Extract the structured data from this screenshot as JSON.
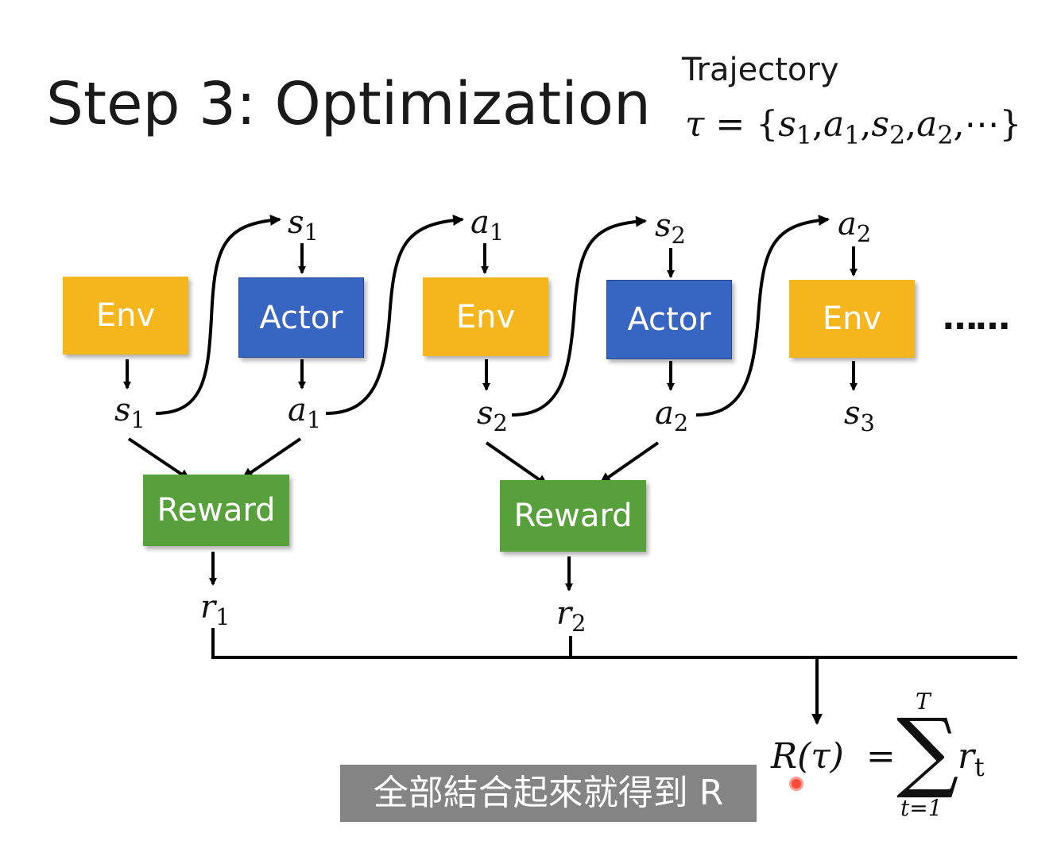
{
  "title": "Step 3: Optimization",
  "trajectory": {
    "label": "Trajectory",
    "tau": "τ",
    "eq": "=",
    "open": "{",
    "items": [
      {
        "letter": "s",
        "sub": "1"
      },
      {
        "letter": "a",
        "sub": "1"
      },
      {
        "letter": "s",
        "sub": "2"
      },
      {
        "letter": "a",
        "sub": "2"
      }
    ],
    "ellipsis": "⋯",
    "close": "}"
  },
  "boxes": {
    "env1": "Env",
    "actor1": "Actor",
    "env2": "Env",
    "actor2": "Actor",
    "env3": "Env",
    "reward1": "Reward",
    "reward2": "Reward"
  },
  "ellipsis": "……",
  "variables": {
    "top_s1": {
      "letter": "s",
      "sub": "1"
    },
    "top_a1": {
      "letter": "a",
      "sub": "1"
    },
    "top_s2": {
      "letter": "s",
      "sub": "2"
    },
    "top_a2": {
      "letter": "a",
      "sub": "2"
    },
    "bottom_s1": {
      "letter": "s",
      "sub": "1"
    },
    "bottom_a1": {
      "letter": "a",
      "sub": "1"
    },
    "bottom_s2": {
      "letter": "s",
      "sub": "2"
    },
    "bottom_a2": {
      "letter": "a",
      "sub": "2"
    },
    "bottom_s3": {
      "letter": "s",
      "sub": "3"
    },
    "r1": {
      "letter": "r",
      "sub": "1"
    },
    "r2": {
      "letter": "r",
      "sub": "2"
    }
  },
  "return_formula": {
    "lhs": "R(τ)",
    "eq": "=",
    "sum": "∑",
    "upper": "T",
    "lower": "t=1",
    "term": "r",
    "term_sub": "t"
  },
  "subtitle": "全部結合起來就得到 R",
  "colors": {
    "env": "#f5b51c",
    "actor": "#3765c2",
    "reward": "#57a03c",
    "subtitle_bg": "#6e6e6e",
    "cursor": "#ff4a3a"
  }
}
